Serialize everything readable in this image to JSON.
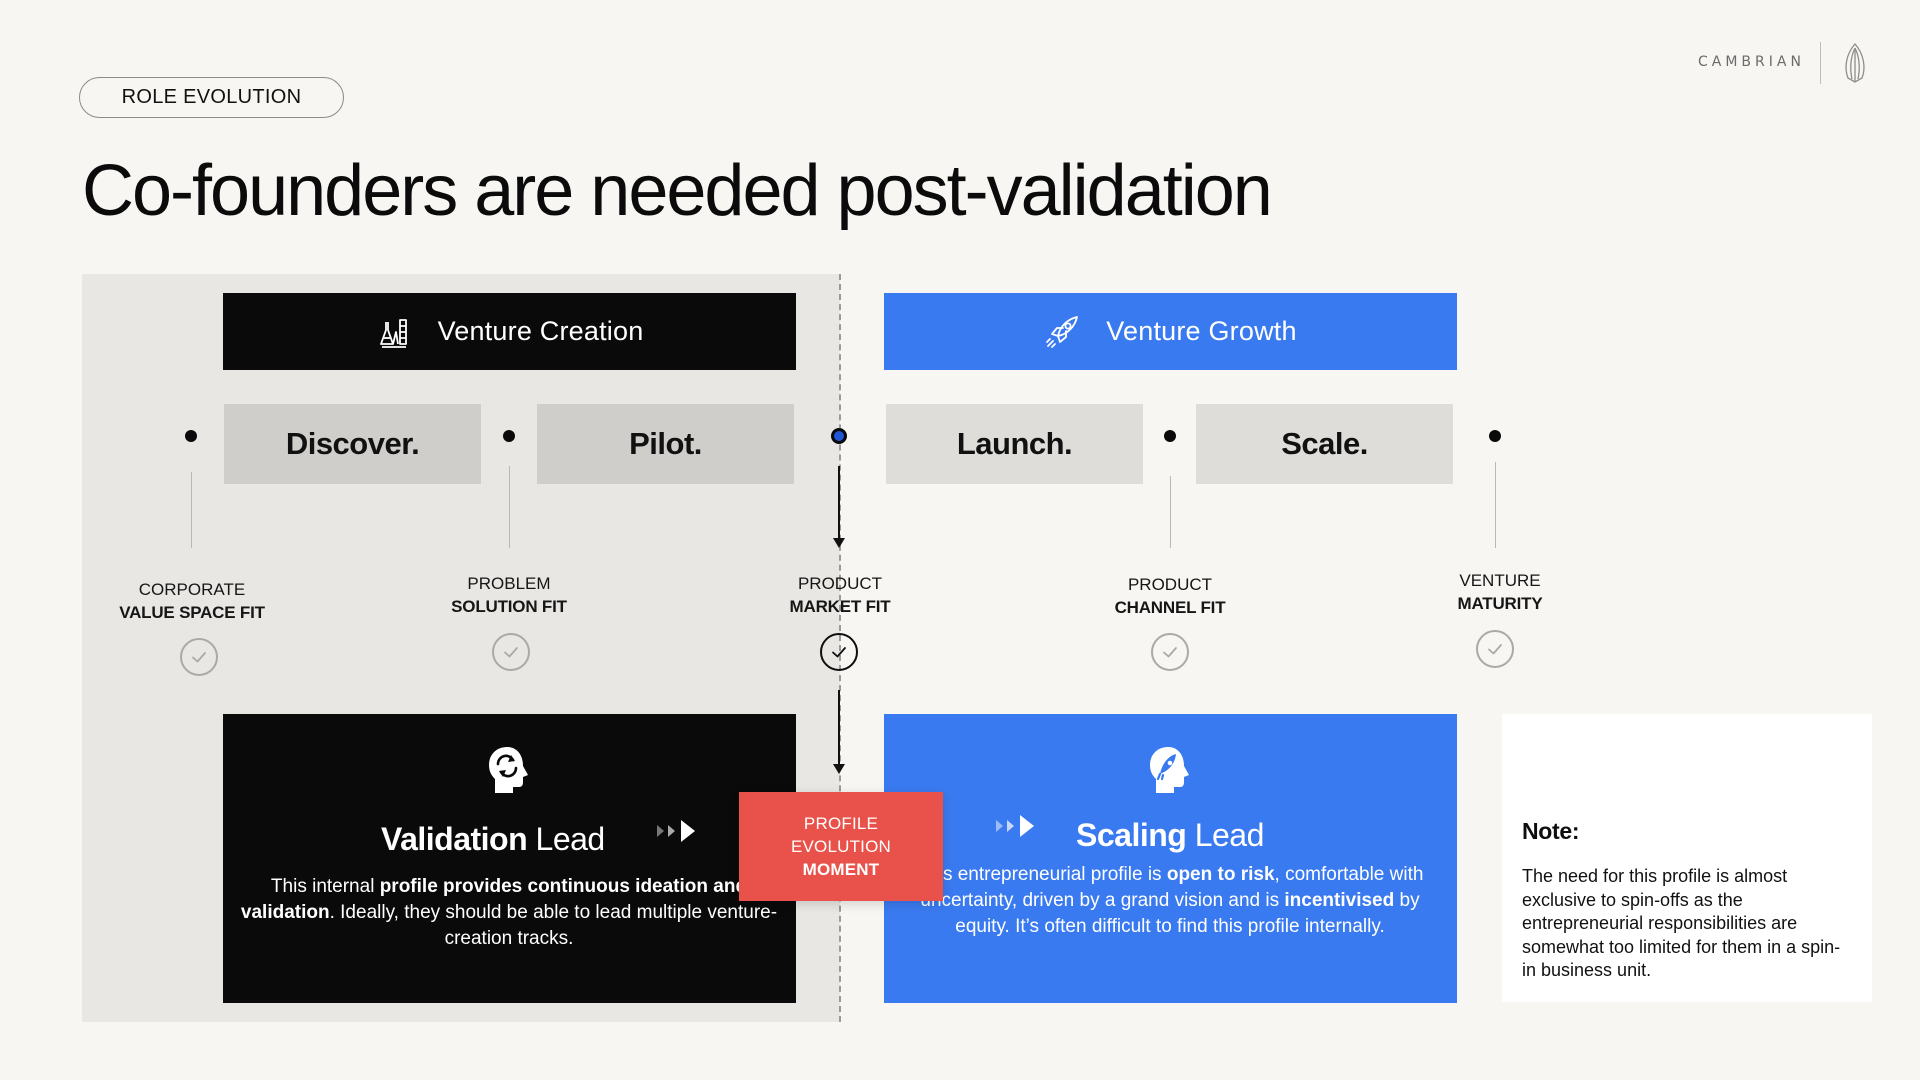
{
  "tag": "ROLE EVOLUTION",
  "title": "Co-founders are needed post-validation",
  "logo": {
    "text": "CAMBRIAN",
    "icon": "feather-crest-icon"
  },
  "phases": {
    "creation": {
      "label": "Venture Creation",
      "icon": "lab-flasks-icon",
      "color": "#0a0a0a"
    },
    "growth": {
      "label": "Venture Growth",
      "icon": "rocket-icon",
      "color": "#3a7af0"
    }
  },
  "stages": [
    {
      "label": "Discover."
    },
    {
      "label": "Pilot."
    },
    {
      "label": "Launch."
    },
    {
      "label": "Scale."
    }
  ],
  "milestones": [
    {
      "line1": "CORPORATE",
      "line2": "VALUE SPACE FIT"
    },
    {
      "line1": "PROBLEM",
      "line2": "SOLUTION FIT"
    },
    {
      "line1": "PRODUCT",
      "line2": "MARKET FIT",
      "active": true
    },
    {
      "line1": "PRODUCT",
      "line2": "CHANNEL FIT"
    },
    {
      "line1": "VENTURE",
      "line2": "MATURITY"
    }
  ],
  "roles": {
    "validation": {
      "title_bold": "Validation",
      "title_rest": " Lead",
      "icon": "head-cycle-icon",
      "desc": [
        {
          "t": "This internal ",
          "b": false
        },
        {
          "t": "profile provides continuous ideation and validation",
          "b": true
        },
        {
          "t": ". Ideally, they should be able to lead multiple venture-creation tracks.",
          "b": false
        }
      ]
    },
    "scaling": {
      "title_bold": "Scaling",
      "title_rest": " Lead",
      "icon": "head-rocket-icon",
      "desc": [
        {
          "t": "This entrepreneurial profile is ",
          "b": false
        },
        {
          "t": "open to risk",
          "b": true
        },
        {
          "t": ", comfortable with uncertainty, driven by a grand vision and is ",
          "b": false
        },
        {
          "t": "incentivised",
          "b": true
        },
        {
          "t": " by equity. It’s often difficult to find this profile internally.",
          "b": false
        }
      ]
    }
  },
  "moment": {
    "line1": "PROFILE",
    "line2": "EVOLUTION",
    "line3": "MOMENT",
    "color": "#e8524a"
  },
  "note": {
    "title": "Note:",
    "body": "The need for this profile is almost exclusive to spin-offs as the entrepreneurial responsibilities are somewhat too limited for them in a spin-in business unit."
  }
}
